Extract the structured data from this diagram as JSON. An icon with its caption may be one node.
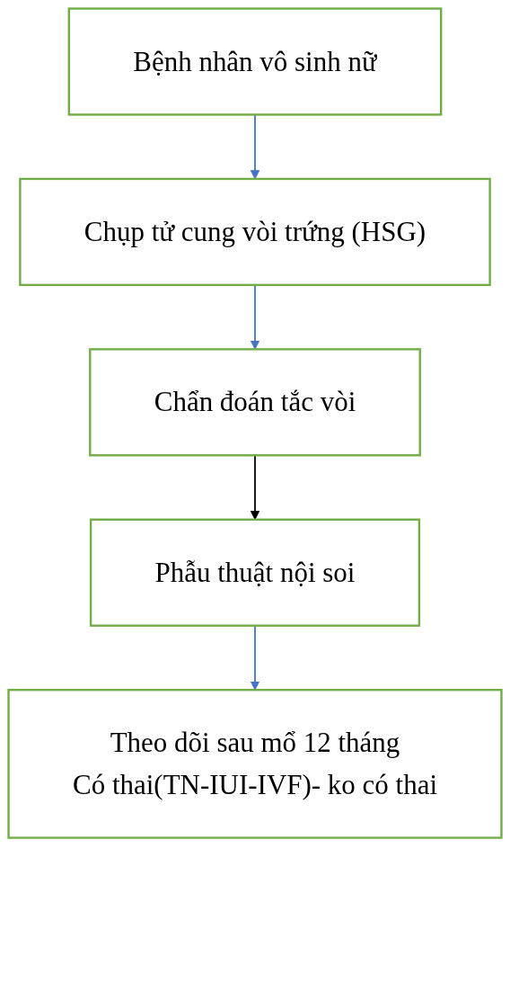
{
  "diagram": {
    "nodes": [
      {
        "text": [
          "Bệnh nhân vô sinh nữ"
        ]
      },
      {
        "text": [
          "Chụp tử cung vòi trứng (HSG)"
        ]
      },
      {
        "text": [
          "Chẩn đoán tắc vòi"
        ]
      },
      {
        "text": [
          "Phẫu thuật nội soi"
        ]
      },
      {
        "text": [
          "Theo dõi sau mổ 12 tháng",
          "Có thai(TN-IUI-IVF)- ko có thai"
        ]
      }
    ],
    "edges": [
      {
        "from": 0,
        "to": 1,
        "arrow": "to"
      },
      {
        "from": 1,
        "to": 2,
        "arrow": "to"
      },
      {
        "from": 2,
        "to": 3,
        "arrow": "to",
        "color": "#000000"
      },
      {
        "from": 3,
        "to": 4,
        "arrow": "to"
      }
    ]
  }
}
